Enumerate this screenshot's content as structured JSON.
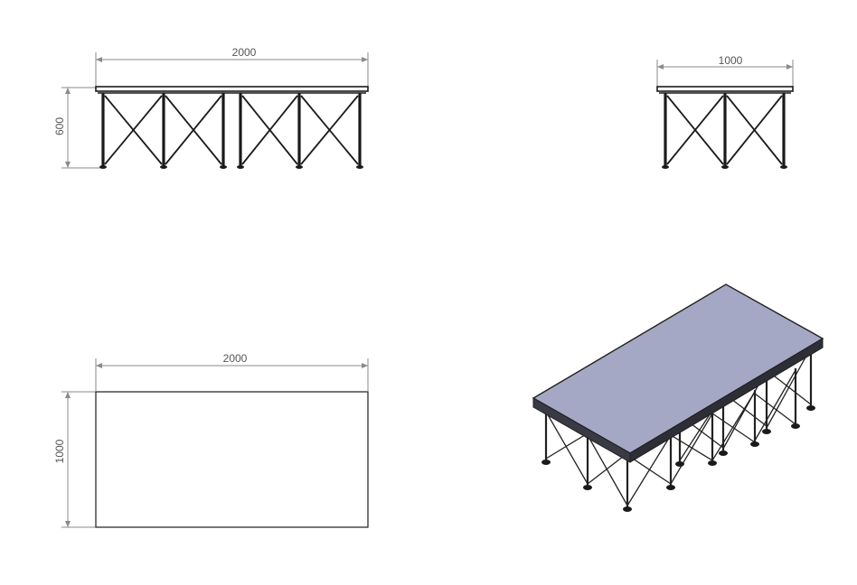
{
  "views": {
    "front": {
      "width_label": "2000",
      "height_label": "600"
    },
    "side": {
      "width_label": "1000"
    },
    "top": {
      "width_label": "2000",
      "height_label": "1000"
    },
    "iso": {}
  },
  "colors": {
    "line": "#1a1a1a",
    "dimension": "#8a8a8a",
    "dimension_text": "#555555",
    "deck_fill": "#a5a8c4",
    "deck_edge": "#202020"
  }
}
